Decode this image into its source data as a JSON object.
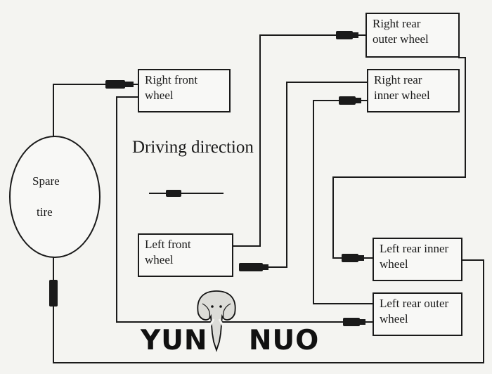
{
  "diagram": {
    "title": "Driving direction",
    "spare_tire": {
      "line1": "Spare",
      "line2": "tire"
    },
    "wheels": {
      "right_front": {
        "line1": "Right  front",
        "line2": "wheel"
      },
      "left_front": {
        "line1": "Left front",
        "line2": "wheel"
      },
      "right_rear_outer": {
        "line1": "Right rear",
        "line2": "outer wheel"
      },
      "right_rear_inner": {
        "line1": "Right rear",
        "line2": "inner wheel"
      },
      "left_rear_inner": {
        "line1": "Left rear inner",
        "line2": "wheel"
      },
      "left_rear_outer": {
        "line1": "Left rear outer",
        "line2": "wheel"
      }
    }
  },
  "logo": {
    "text": "YUN    NUO",
    "icon": "elephant-icon"
  }
}
